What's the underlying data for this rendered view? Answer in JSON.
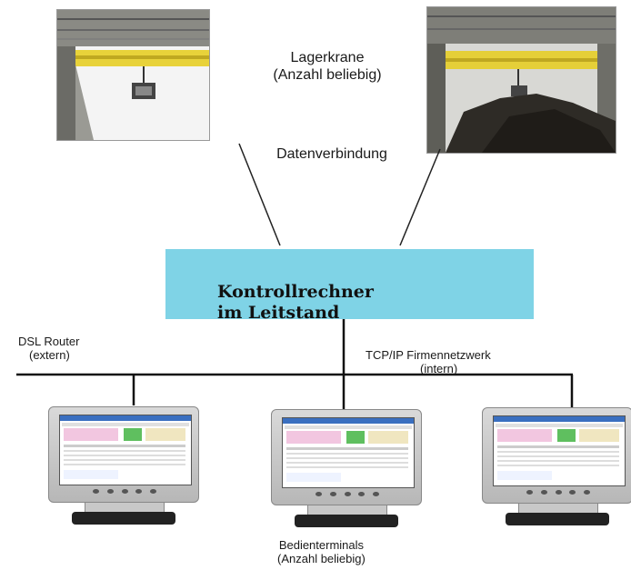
{
  "cranes": {
    "label_line1": "Lagerkrane",
    "label_line2": "(Anzahl beliebig)",
    "connection_label": "Datenverbindung"
  },
  "control": {
    "line1": "Kontrollrechner",
    "line2": "im Leitstand",
    "color": "#7fd3e6"
  },
  "router": {
    "line1": "DSL Router",
    "line2": "(extern)"
  },
  "network": {
    "line1": "TCP/IP Firmennetzwerk",
    "line2": "(intern)"
  },
  "terminals": {
    "line1": "Bedienterminals",
    "line2": "(Anzahl beliebig)"
  }
}
